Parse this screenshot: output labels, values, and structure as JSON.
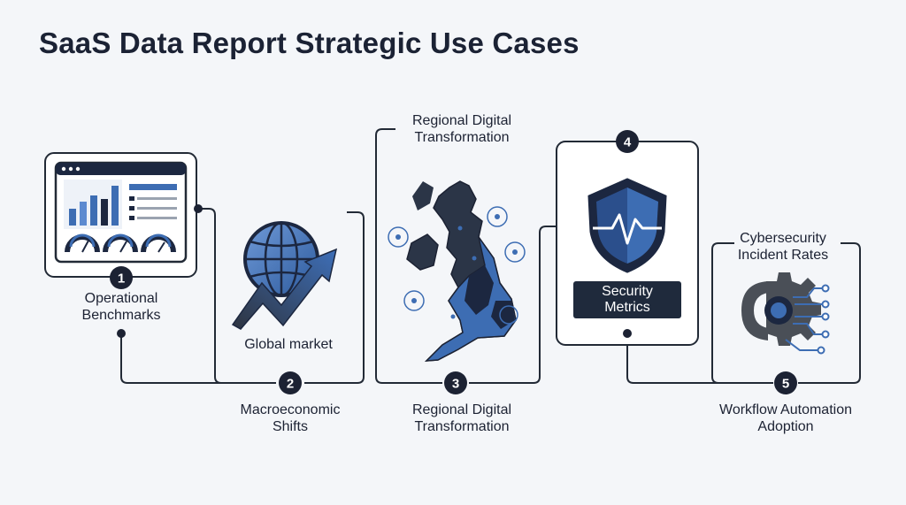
{
  "title": "SaaS Data Report Strategic Use Cases",
  "colors": {
    "navy": "#1c2740",
    "blue": "#3d6db3",
    "light_blue": "#5c8ad0",
    "gray": "#4a4f57",
    "line": "#222a36"
  },
  "steps": [
    {
      "number": "1",
      "label": "Operational Benchmarks",
      "icon": "dashboard-icon"
    },
    {
      "number": "2",
      "label": "Macroeconomic Shifts",
      "inner_label": "Global market",
      "icon": "globe-growth-icon"
    },
    {
      "number": "3",
      "label": "Regional Digital Transformation",
      "top_label": "Regional Digital Transformation",
      "icon": "uk-map-icon"
    },
    {
      "number": "4",
      "label": "Security Metrics",
      "icon": "shield-icon"
    },
    {
      "number": "5",
      "label": "Workflow Automation Adoption",
      "top_label": "Cybersecurity Incident Rates",
      "icon": "gear-circuit-icon"
    }
  ],
  "labels": {
    "s1_line1": "Operational",
    "s1_line2": "Benchmarks",
    "s2_inner": "Global market",
    "s2_line1": "Macroeconomic",
    "s2_line2": "Shifts",
    "s3_top1": "Regional Digital",
    "s3_top2": "Transformation",
    "s3_line1": "Regional Digital",
    "s3_line2": "Transformation",
    "s4_line1": "Security",
    "s4_line2": "Metrics",
    "s5_top1": "Cybersecurity",
    "s5_top2": "Incident Rates",
    "s5_line1": "Workflow Automation",
    "s5_line2": "Adoption"
  }
}
